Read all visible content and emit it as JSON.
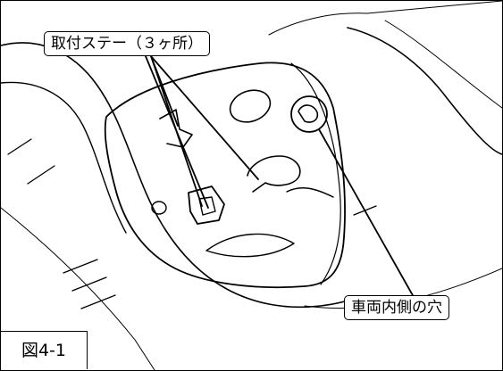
{
  "labels": {
    "mounting_stay": "取付ステー（３ヶ所）",
    "inner_hole": "車両内側の穴"
  },
  "figure_number": "図4-1",
  "colors": {
    "line": "#000000",
    "background": "#ffffff"
  }
}
